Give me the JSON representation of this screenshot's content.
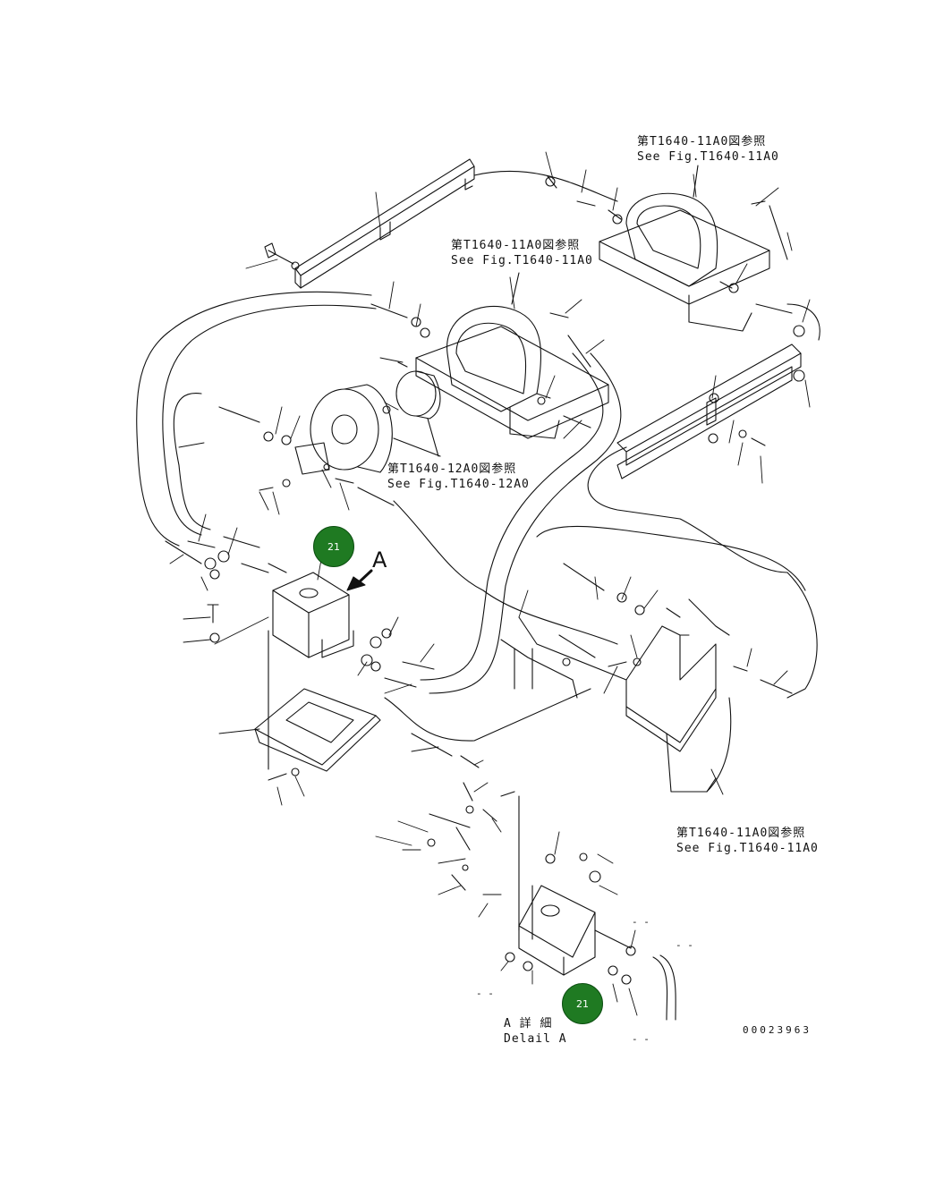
{
  "diagram": {
    "references": [
      {
        "jp": "第T1640-11A0図参照",
        "en": "See Fig.T1640-11A0"
      },
      {
        "jp": "第T1640-11A0図参照",
        "en": "See Fig.T1640-11A0"
      },
      {
        "jp": "第T1640-12A0図参照",
        "en": "See Fig.T1640-12A0"
      },
      {
        "jp": "第T1640-11A0図参照",
        "en": "See Fig.T1640-11A0"
      }
    ],
    "callouts": [
      "21",
      "21"
    ],
    "view_letter": "A",
    "detail": {
      "jp": "A 詳 細",
      "en": "Delail A"
    },
    "drawing_number": "00023963",
    "dash_labels": [
      "- -",
      "- -",
      "- -",
      "- -"
    ]
  }
}
